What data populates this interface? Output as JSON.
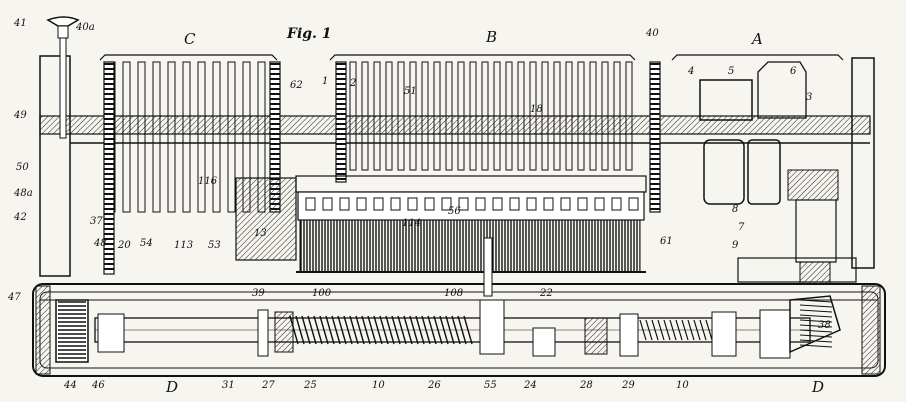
{
  "figure_title": "Fig. 1",
  "sections": {
    "A": "A",
    "B": "B",
    "C": "C",
    "D_left": "D",
    "D_right": "D"
  },
  "numbers": {
    "n41": "41",
    "n40a": "40a",
    "n40": "40",
    "n49": "49",
    "n50": "50",
    "n48a": "48a",
    "n42": "42",
    "n37": "37",
    "n48": "48",
    "n116": "116",
    "n113": "113",
    "n53": "53",
    "n54": "54",
    "n20": "20",
    "n47": "47",
    "n62": "62",
    "n13": "13",
    "n51": "51",
    "n56": "56",
    "n114": "114",
    "n100": "100",
    "n108": "108",
    "n39": "39",
    "n22": "22",
    "n1": "1",
    "n2": "2",
    "n3": "3",
    "n4": "4",
    "n5": "5",
    "n6": "6",
    "n7": "7",
    "n8": "8",
    "n9": "9",
    "n18": "18",
    "n61": "61",
    "n38": "38",
    "n44": "44",
    "n46": "46",
    "n31": "31",
    "n27": "27",
    "n25": "25",
    "n10": "10",
    "n26": "26",
    "n55": "55",
    "n24": "24",
    "n28": "28",
    "n29": "29"
  }
}
